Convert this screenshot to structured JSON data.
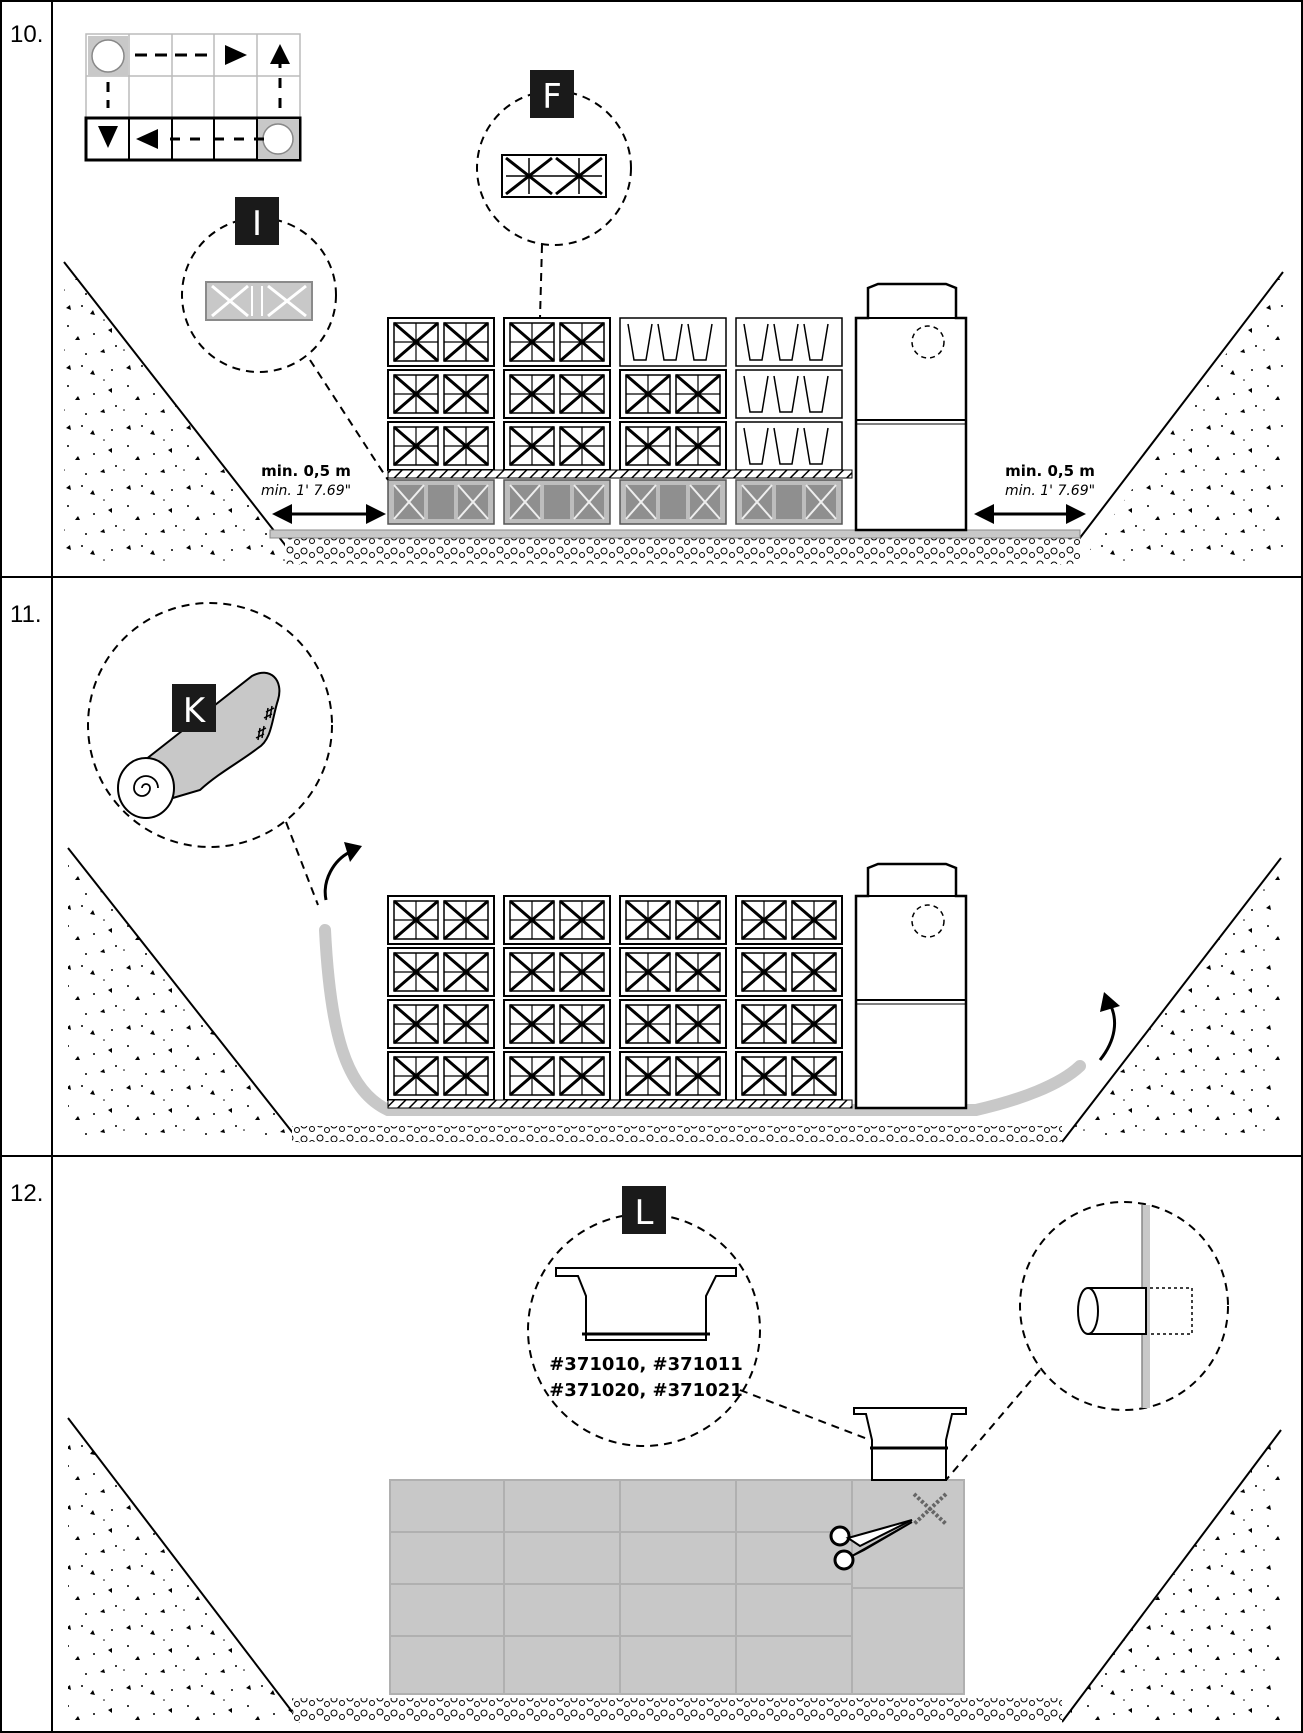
{
  "steps": [
    {
      "number": "10."
    },
    {
      "number": "11."
    },
    {
      "number": "12."
    }
  ],
  "step10": {
    "badge_f": "F",
    "badge_i": "I",
    "clearance_left": {
      "metric": "min. 0,5 m",
      "imperial": "min. 1' 7.69\""
    },
    "clearance_right": {
      "metric": "min. 0,5 m",
      "imperial": "min. 1' 7.69\""
    }
  },
  "step11": {
    "badge_k": "K"
  },
  "step12": {
    "badge_l": "L",
    "part_numbers_line1": "#371010, #371011",
    "part_numbers_line2": "#371020, #371021"
  },
  "colors": {
    "ink": "#000000",
    "gray_fill": "#c8c8c8",
    "gray_dark": "#9a9a9a",
    "badge": "#1a1a1a"
  }
}
